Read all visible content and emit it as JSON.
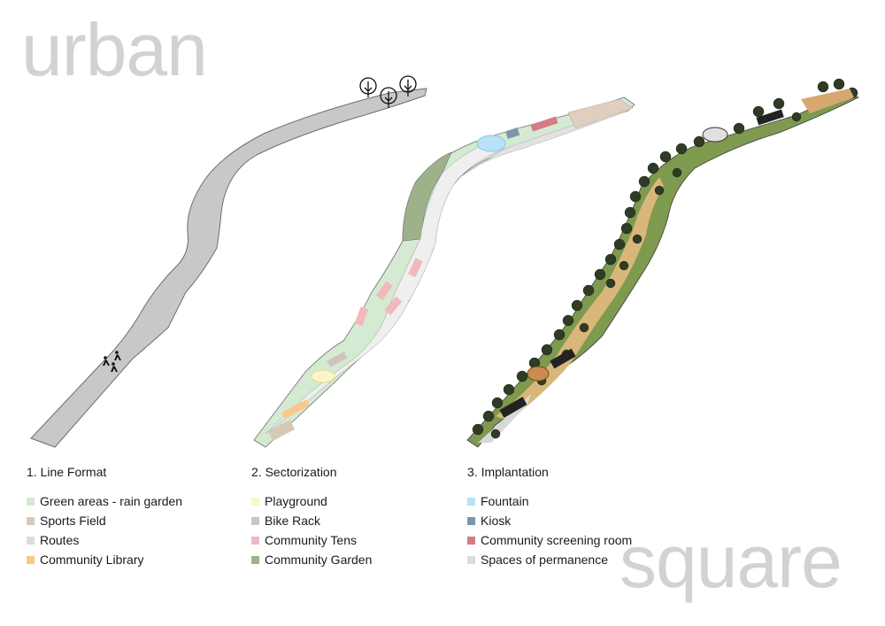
{
  "headline": {
    "word_top": "urban",
    "word_bottom": "square"
  },
  "panels": [
    {
      "number": "1.",
      "title": "1.  Line Format",
      "legend": [
        {
          "label": "Green areas - rain garden",
          "color": "#d4ead2"
        },
        {
          "label": "Sports Field",
          "color": "#d8c8b8"
        },
        {
          "label": "Routes",
          "color": "#dcdcdc"
        },
        {
          "label": "Community Library",
          "color": "#f8c88a"
        }
      ],
      "icons": [
        "tree-icon",
        "tree-icon",
        "tree-icon",
        "pedestrian-icon",
        "pedestrian-icon",
        "pedestrian-icon"
      ]
    },
    {
      "number": "2.",
      "title": "2. Sectorization",
      "legend": [
        {
          "label": "Playground",
          "color": "#fbf5c8"
        },
        {
          "label": "Bike Rack",
          "color": "#cfc4bc"
        },
        {
          "label": "Community Tens",
          "color": "#f2b8bc"
        },
        {
          "label": "Community Garden",
          "color": "#9db28a"
        }
      ]
    },
    {
      "number": "3.",
      "title": "3. Implantation",
      "legend": [
        {
          "label": "Fountain",
          "color": "#b8e2f6"
        },
        {
          "label": "Kiosk",
          "color": "#7c96ac"
        },
        {
          "label": "Community screening room",
          "color": "#d47c84"
        },
        {
          "label": "Spaces of permanence",
          "color": "#dcdcdc"
        }
      ]
    }
  ],
  "colors": {
    "route_gray": "#c8c8c8",
    "outline": "#6e6e6e",
    "green_light": "#d4ead2",
    "green_dark": "#9db28a",
    "path_light": "#efefef",
    "tree_dark": "#2f3b24",
    "tree_mid": "#4c5e36",
    "wood": "#d9b77a"
  }
}
